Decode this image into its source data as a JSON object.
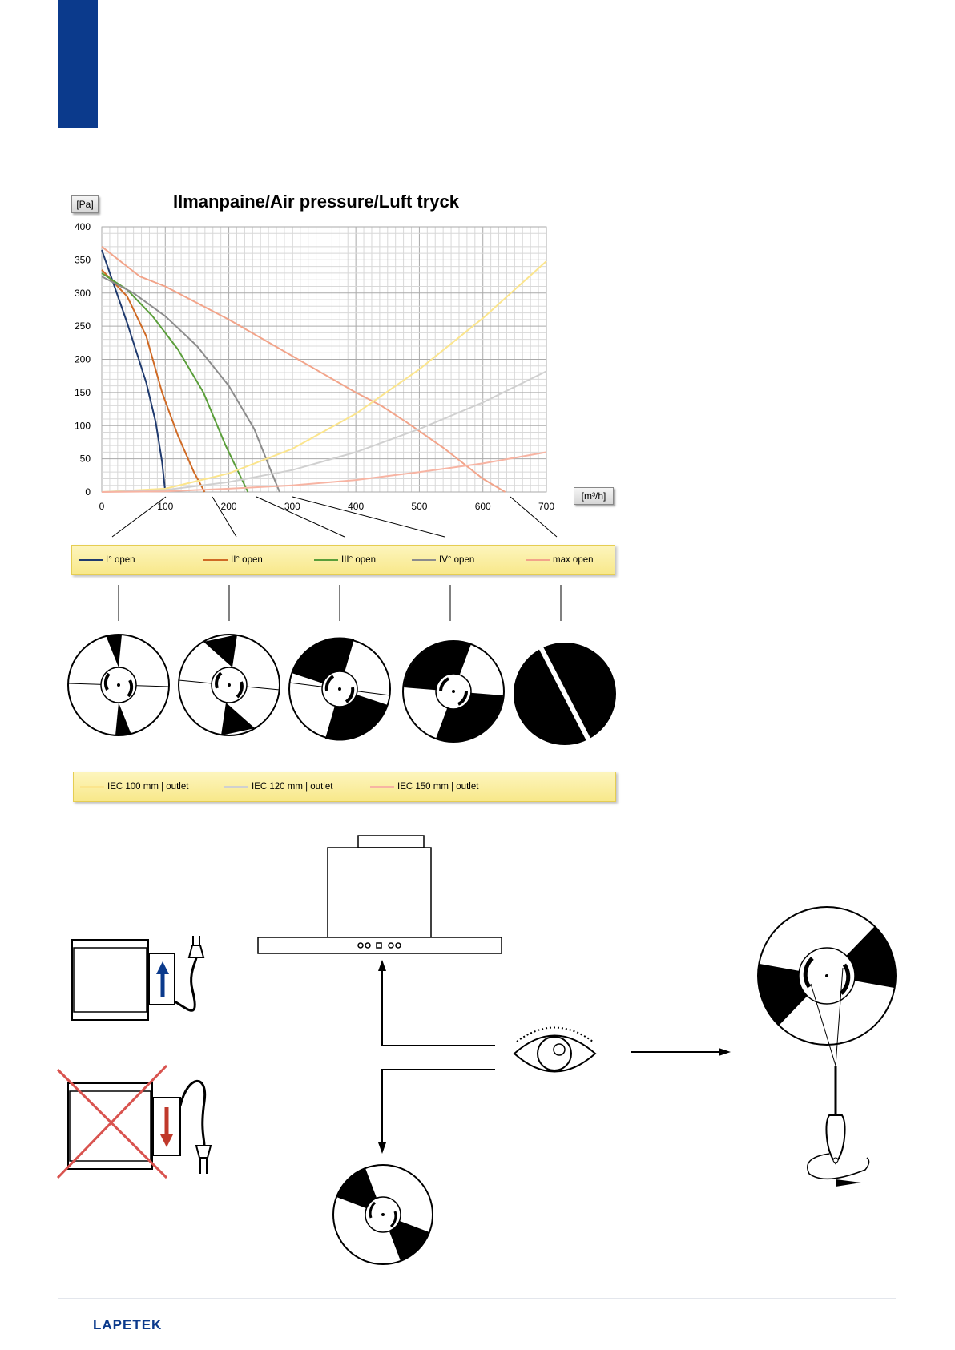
{
  "chart_data": {
    "type": "line",
    "title": "Ilmanpaine/Air pressure/Luft tryck",
    "ylabel": "[Pa]",
    "xlabel": "[m³/h]",
    "xlim": [
      0,
      700
    ],
    "ylim": [
      0,
      400
    ],
    "x_ticks": [
      0,
      100,
      200,
      300,
      400,
      500,
      600,
      700
    ],
    "y_ticks": [
      0,
      50,
      100,
      150,
      200,
      250,
      300,
      350,
      400
    ],
    "grid": true,
    "legend_placement": "below",
    "series": [
      {
        "name": "I° open",
        "color": "#1f3a6e",
        "points": [
          [
            0,
            365
          ],
          [
            40,
            255
          ],
          [
            70,
            165
          ],
          [
            85,
            105
          ],
          [
            95,
            45
          ],
          [
            100,
            0
          ]
        ]
      },
      {
        "name": "II° open",
        "color": "#cf6a25",
        "points": [
          [
            0,
            335
          ],
          [
            40,
            295
          ],
          [
            70,
            235
          ],
          [
            95,
            150
          ],
          [
            120,
            85
          ],
          [
            145,
            30
          ],
          [
            162,
            0
          ]
        ]
      },
      {
        "name": "III° open",
        "color": "#5a9e3a",
        "points": [
          [
            0,
            330
          ],
          [
            40,
            305
          ],
          [
            80,
            265
          ],
          [
            120,
            215
          ],
          [
            160,
            150
          ],
          [
            195,
            70
          ],
          [
            230,
            0
          ]
        ]
      },
      {
        "name": "IV° open",
        "color": "#8c8c8c",
        "points": [
          [
            0,
            325
          ],
          [
            50,
            300
          ],
          [
            100,
            265
          ],
          [
            150,
            220
          ],
          [
            200,
            160
          ],
          [
            240,
            95
          ],
          [
            265,
            35
          ],
          [
            280,
            0
          ]
        ]
      },
      {
        "name": "max open",
        "color": "#f2a48a",
        "points": [
          [
            0,
            370
          ],
          [
            60,
            325
          ],
          [
            100,
            310
          ],
          [
            200,
            260
          ],
          [
            300,
            205
          ],
          [
            400,
            150
          ],
          [
            440,
            130
          ],
          [
            480,
            105
          ],
          [
            540,
            65
          ],
          [
            600,
            20
          ],
          [
            635,
            0
          ]
        ]
      },
      {
        "name": "IEC 100 mm | outlet",
        "color": "#fbe58d",
        "points": [
          [
            0,
            0
          ],
          [
            100,
            5
          ],
          [
            200,
            28
          ],
          [
            300,
            65
          ],
          [
            400,
            118
          ],
          [
            500,
            185
          ],
          [
            600,
            262
          ],
          [
            700,
            348
          ]
        ]
      },
      {
        "name": "IEC 120 mm | outlet",
        "color": "#d0d0d0",
        "points": [
          [
            0,
            0
          ],
          [
            100,
            3
          ],
          [
            200,
            15
          ],
          [
            300,
            33
          ],
          [
            400,
            60
          ],
          [
            500,
            95
          ],
          [
            600,
            135
          ],
          [
            700,
            182
          ]
        ]
      },
      {
        "name": "IEC 150 mm | outlet",
        "color": "#f7b4a3",
        "points": [
          [
            0,
            0
          ],
          [
            100,
            1
          ],
          [
            200,
            5
          ],
          [
            300,
            10
          ],
          [
            400,
            18
          ],
          [
            500,
            30
          ],
          [
            600,
            43
          ],
          [
            700,
            60
          ]
        ]
      }
    ]
  },
  "legends": {
    "positions": [
      "I° open",
      "II° open",
      "III° open",
      "IV° open",
      "max open"
    ],
    "outlets": [
      "IEC 100 mm | outlet",
      "IEC 120 mm | outlet",
      "IEC 150 mm | outlet"
    ]
  },
  "footer": {
    "logo": "LAPETEK"
  },
  "colors": {
    "brand_blue": "#0b3a8c",
    "arrow_blue": "#0b3a8c",
    "arrow_red": "#c0392b",
    "cross_red": "#d9534f"
  },
  "icons": [
    "damper-disc-icon",
    "fan-unit-icon",
    "power-plug-icon",
    "cooker-hood-icon",
    "eye-icon",
    "screwdriver-icon",
    "rotate-arrow-icon",
    "cross-icon"
  ]
}
